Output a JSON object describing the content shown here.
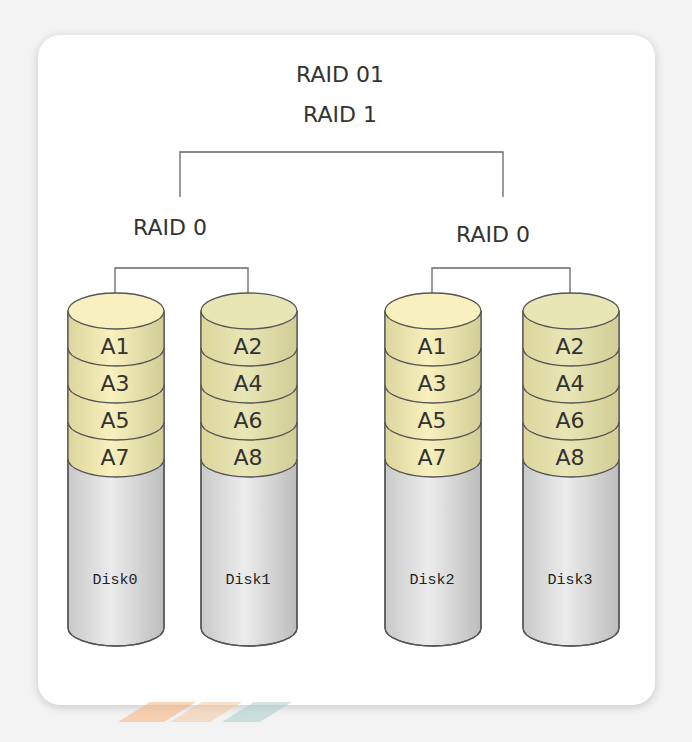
{
  "diagram": {
    "title": "RAID 01",
    "nodes": [
      {
        "text": [
          "A1",
          "A3",
          "A5",
          "A7",
          "Disk0"
        ]
      },
      {
        "text": [
          "A2",
          "A4",
          "A6",
          "A8",
          "Disk1"
        ]
      },
      {
        "text": [
          "A1",
          "A3",
          "A5",
          "A7",
          "Disk2"
        ]
      },
      {
        "text": [
          "A2",
          "A4",
          "A6",
          "A8",
          "Disk3"
        ]
      }
    ],
    "labels": [
      "RAID 1",
      "RAID 0",
      "RAID 0"
    ]
  }
}
